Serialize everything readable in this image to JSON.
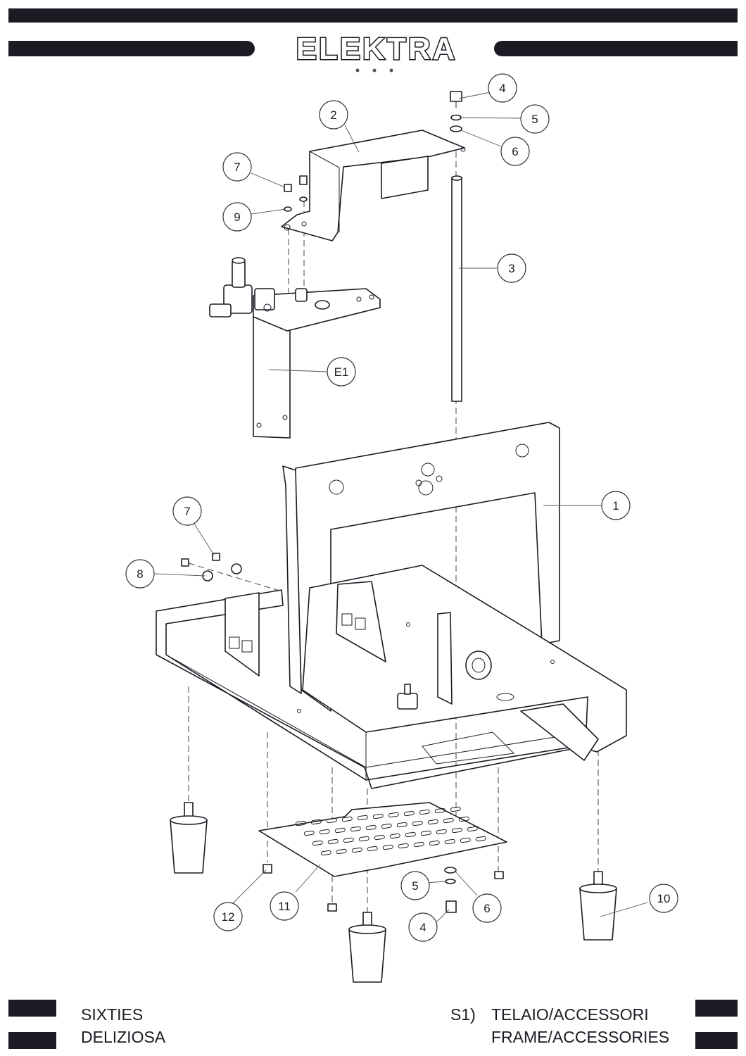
{
  "brand": {
    "logo_text": "ELEKTRA",
    "color": "#1b1b24"
  },
  "footer": {
    "left_line1": "SIXTIES",
    "left_line2": "DELIZIOSA",
    "section_code": "S1)",
    "section_title_it": "TELAIO/ACCESSORI",
    "section_title_en": "FRAME/ACCESSORIES"
  },
  "callouts": [
    {
      "id": "c4a",
      "label": "4"
    },
    {
      "id": "c2",
      "label": "2"
    },
    {
      "id": "c5a",
      "label": "5"
    },
    {
      "id": "c6a",
      "label": "6"
    },
    {
      "id": "c7a",
      "label": "7"
    },
    {
      "id": "c9",
      "label": "9"
    },
    {
      "id": "c3",
      "label": "3"
    },
    {
      "id": "cE1",
      "label": "E1"
    },
    {
      "id": "c1",
      "label": "1"
    },
    {
      "id": "c7b",
      "label": "7"
    },
    {
      "id": "c8",
      "label": "8"
    },
    {
      "id": "c10",
      "label": "10"
    },
    {
      "id": "c5b",
      "label": "5"
    },
    {
      "id": "c6b",
      "label": "6"
    },
    {
      "id": "c11",
      "label": "11"
    },
    {
      "id": "c12",
      "label": "12"
    },
    {
      "id": "c4b",
      "label": "4"
    }
  ]
}
